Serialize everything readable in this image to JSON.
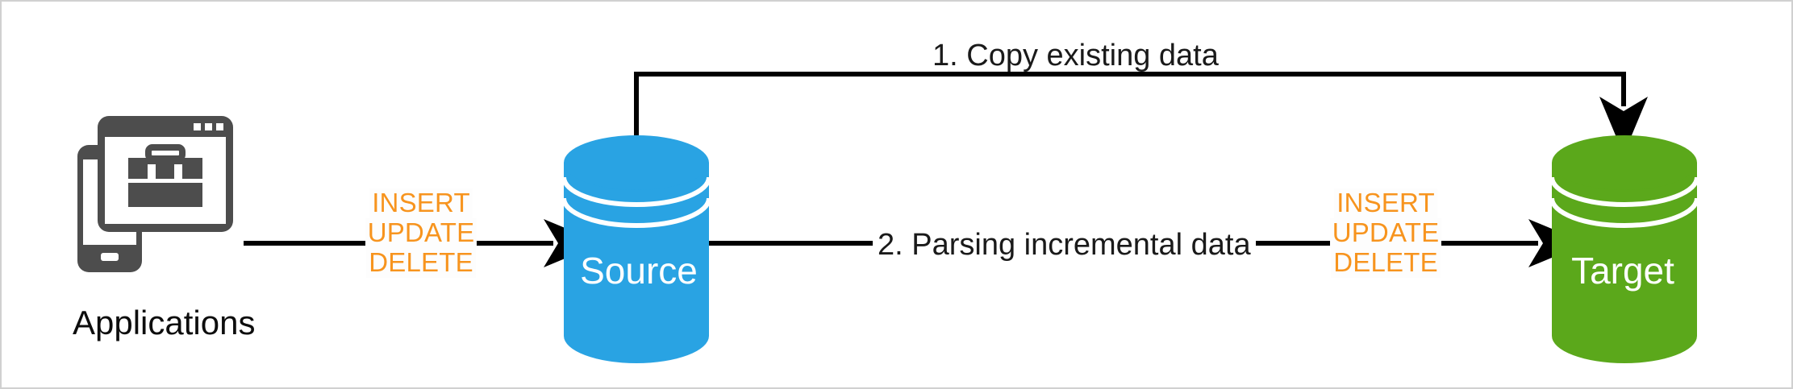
{
  "diagram": {
    "title_visible": false,
    "colors": {
      "source_cylinder": "#29A3E3",
      "target_cylinder": "#5BA81B",
      "dml_text": "#F7941E",
      "line": "#000000",
      "icon": "#4D4D4D",
      "frame_border": "#D0D0D0",
      "background": "#FFFFFF"
    },
    "nodes": {
      "applications": {
        "caption": "Applications",
        "icon": "applications-device-icon"
      },
      "source": {
        "caption": "Source",
        "shape": "database-cylinder"
      },
      "target": {
        "caption": "Target",
        "shape": "database-cylinder"
      }
    },
    "dml_left": {
      "lines": [
        "INSERT",
        "UPDATE",
        "DELETE"
      ]
    },
    "dml_right": {
      "lines": [
        "INSERT",
        "UPDATE",
        "DELETE"
      ]
    },
    "flows": [
      {
        "id": "step-1",
        "label": "1. Copy existing data",
        "from": "source",
        "to": "target",
        "route": "top"
      },
      {
        "id": "step-2",
        "label": "2. Parsing incremental data",
        "from": "source",
        "to": "target",
        "route": "middle"
      }
    ]
  }
}
